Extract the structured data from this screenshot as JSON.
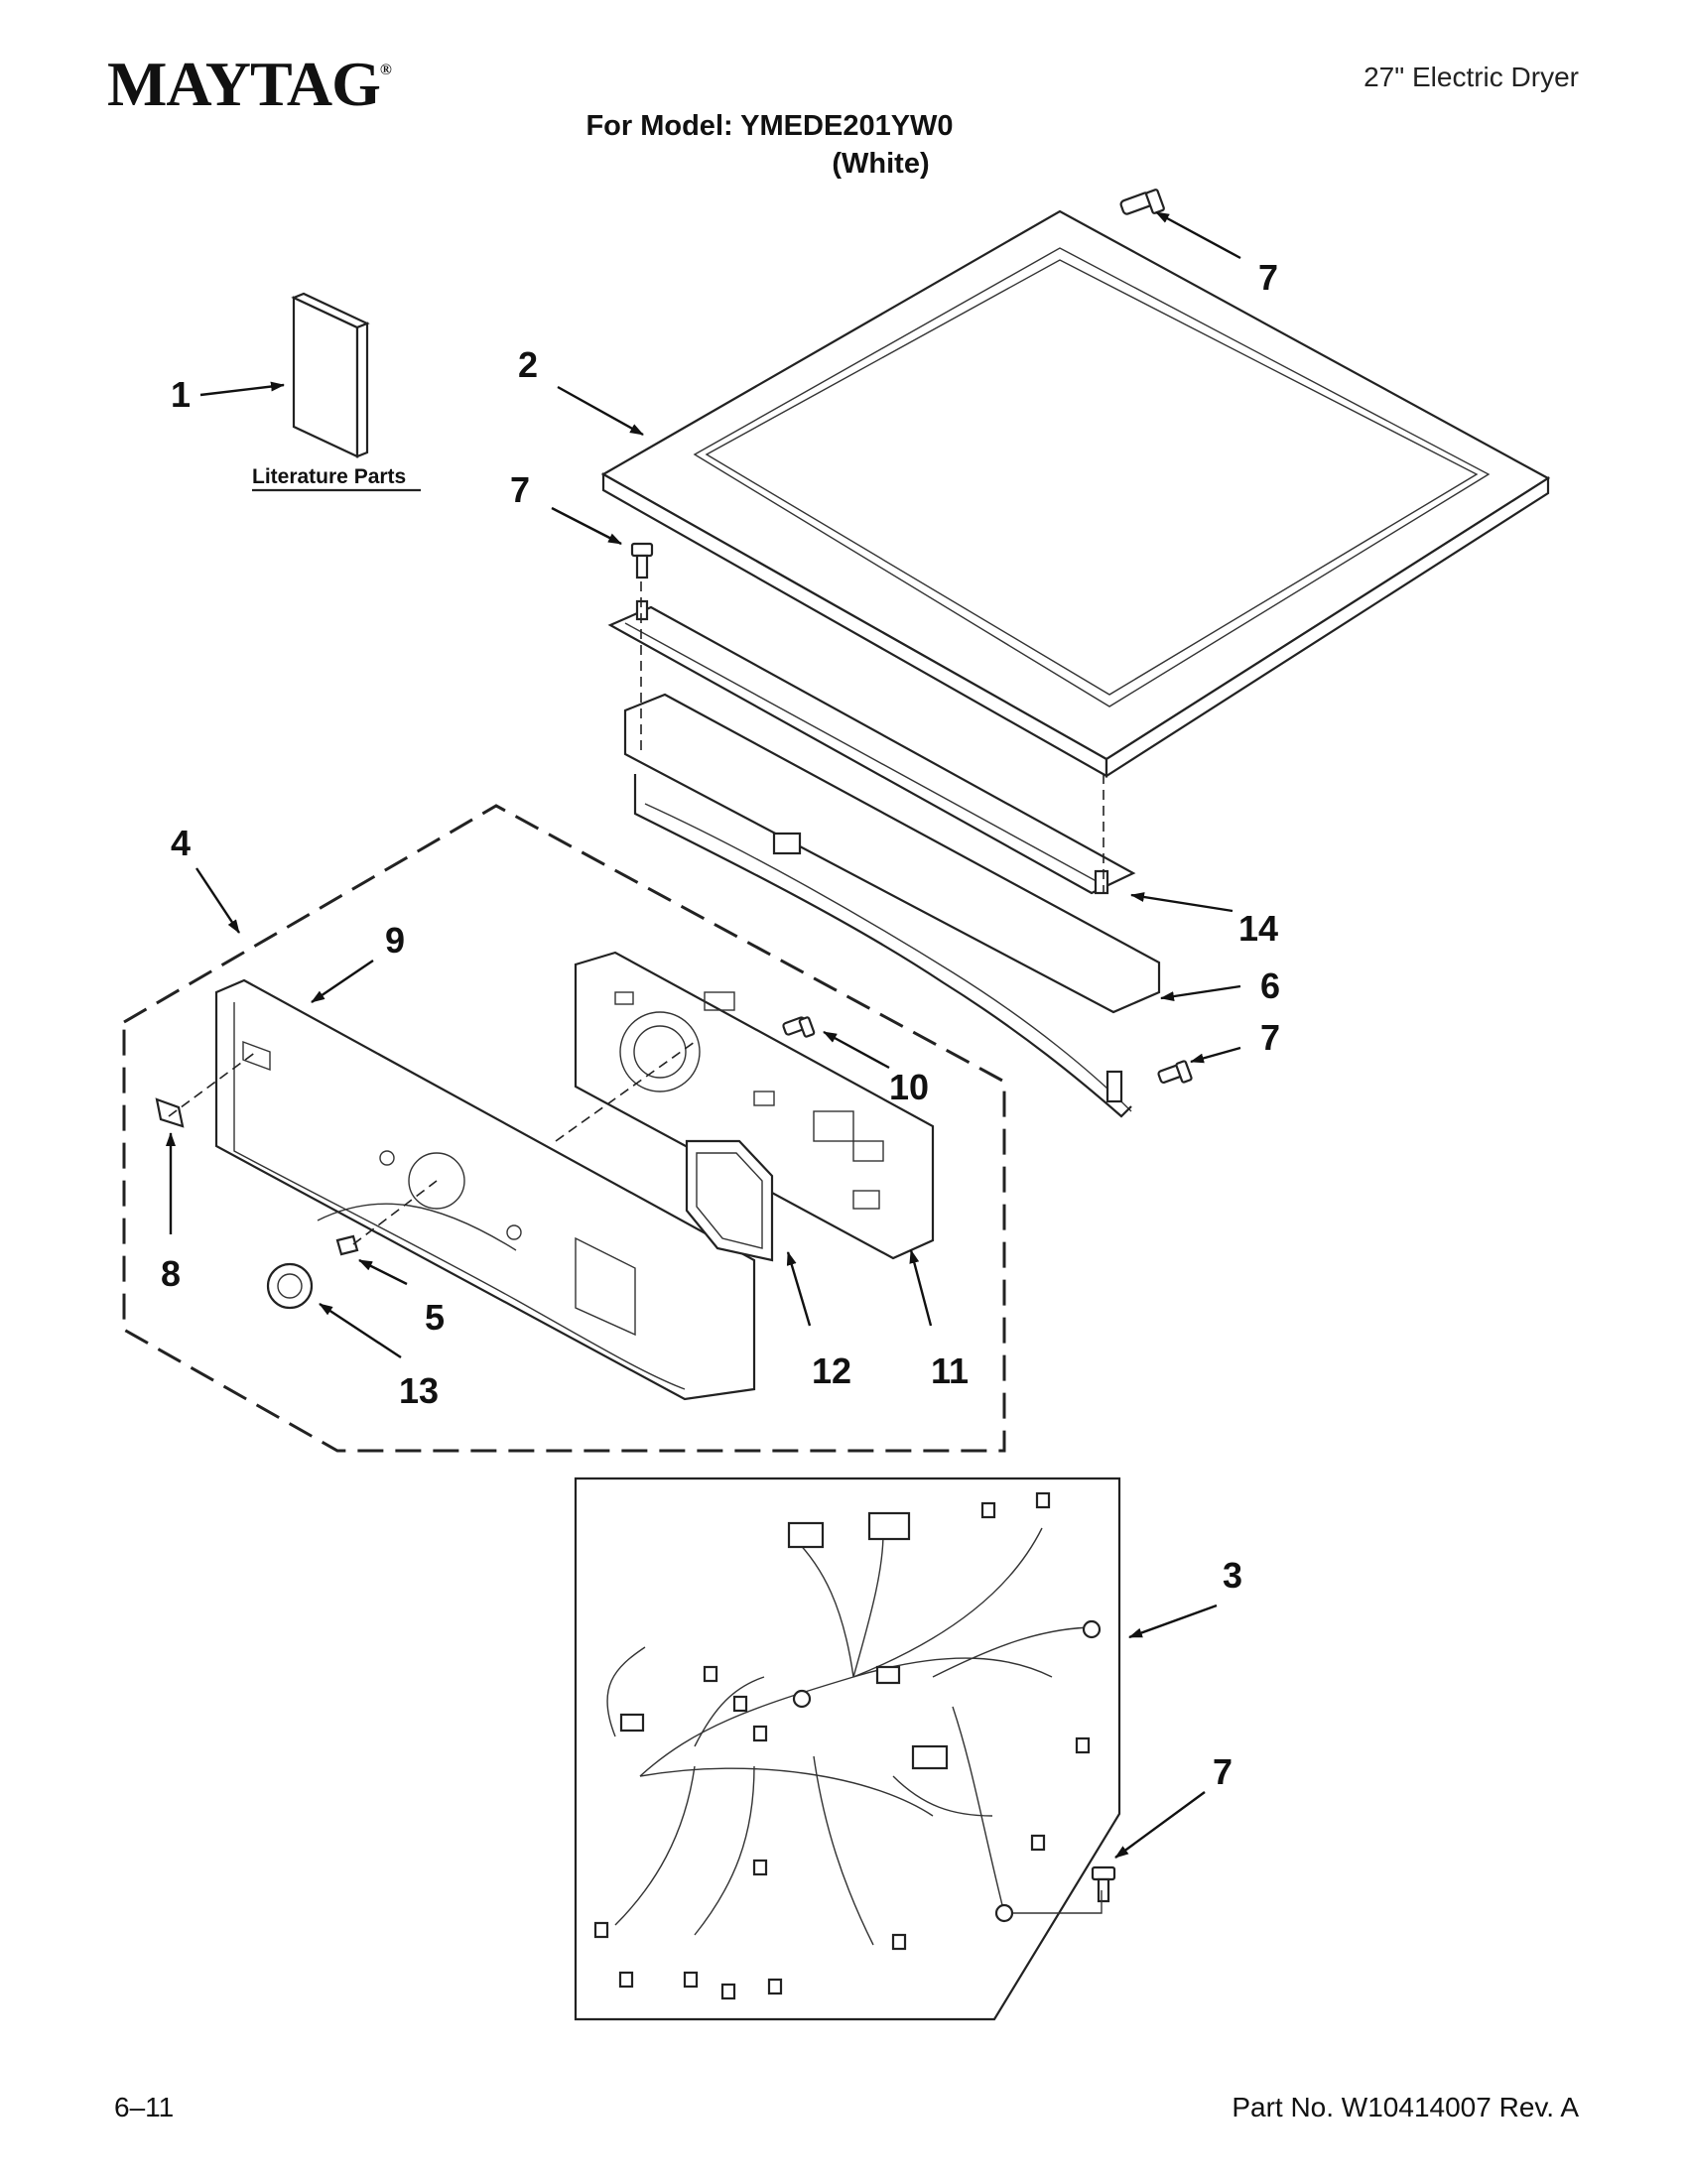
{
  "header": {
    "brand": "MAYTAG",
    "brand_mark": "®",
    "product": "27\" Electric Dryer",
    "model_line": "For Model: YMEDE201YW0",
    "color_line": "(White)"
  },
  "literature_label": "Literature Parts",
  "callouts": {
    "c1": "1",
    "c2": "2",
    "c3": "3",
    "c4": "4",
    "c5": "5",
    "c6": "6",
    "c7a": "7",
    "c7b": "7",
    "c7c": "7",
    "c7d": "7",
    "c8": "8",
    "c9": "9",
    "c10": "10",
    "c11": "11",
    "c12": "12",
    "c13": "13",
    "c14": "14"
  },
  "footer": {
    "page": "6–11",
    "part_no": "Part No. W10414007 Rev. A"
  }
}
